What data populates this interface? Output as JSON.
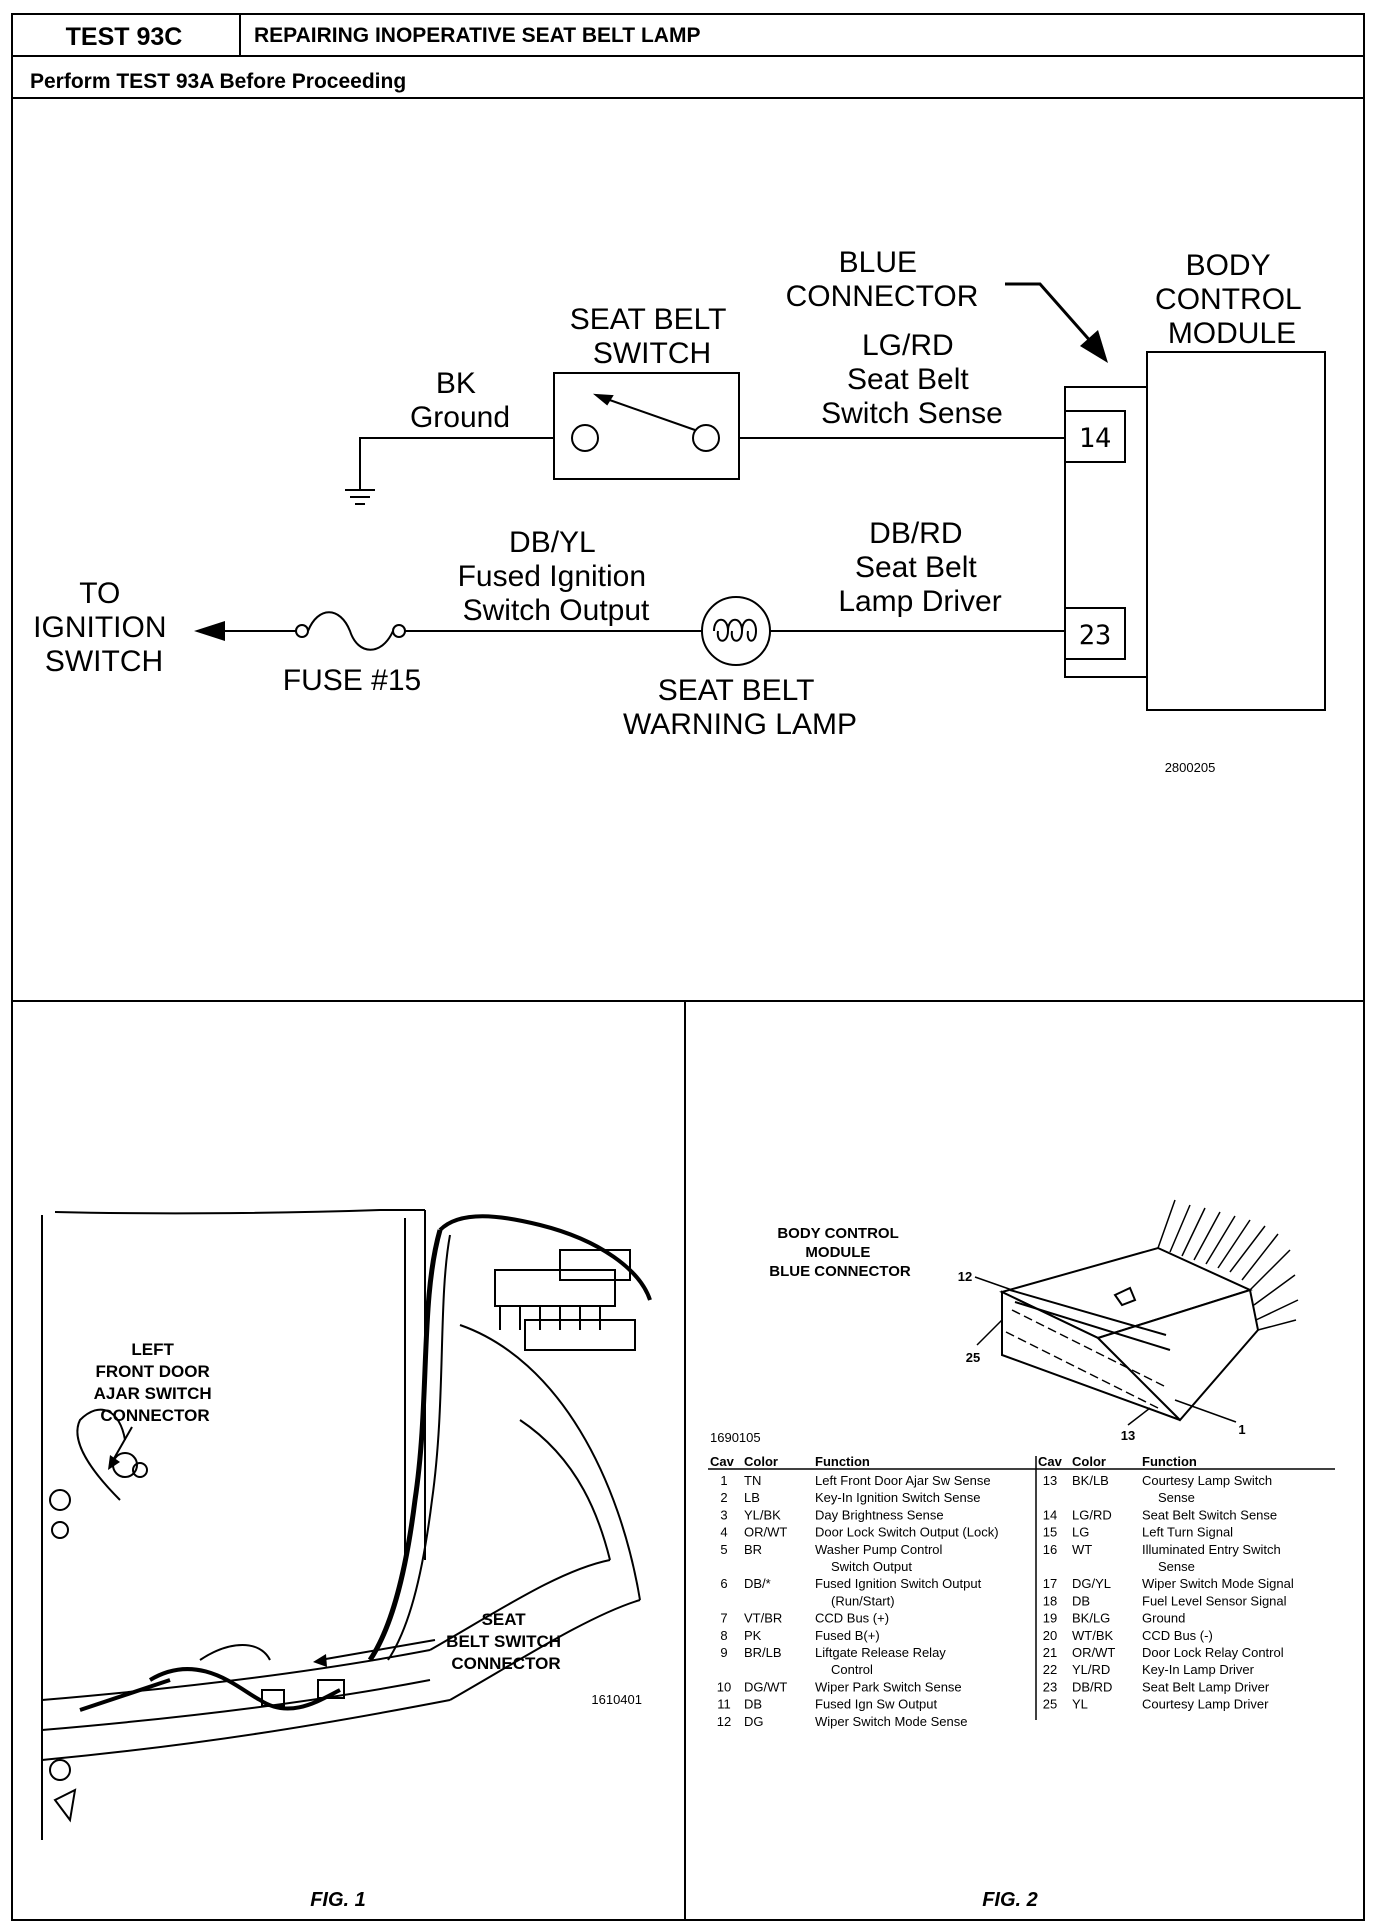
{
  "header": {
    "test_id": "TEST 93C",
    "title": "REPAIRING INOPERATIVE SEAT BELT LAMP",
    "prerequisite": "Perform TEST 93A Before Proceeding"
  },
  "schematic": {
    "blue_connector_label": [
      "BLUE",
      "CONNECTOR"
    ],
    "bcm_label": [
      "BODY",
      "CONTROL",
      "MODULE"
    ],
    "seat_belt_switch_label": [
      "SEAT BELT",
      "SWITCH"
    ],
    "bk_ground_label": [
      "BK",
      "Ground"
    ],
    "lgrd_label": [
      "LG/RD",
      "Seat Belt",
      "Switch Sense"
    ],
    "pin_14": "14",
    "pin_23": "23",
    "dbyl_label": [
      "DB/YL",
      "Fused Ignition",
      "Switch Output"
    ],
    "dbrd_label": [
      "DB/RD",
      "Seat Belt",
      "Lamp Driver"
    ],
    "to_ignition_label": [
      "TO",
      "IGNITION",
      "SWITCH"
    ],
    "fuse_label": "FUSE #15",
    "lamp_label": [
      "SEAT BELT",
      "WARNING LAMP"
    ],
    "figure_number": "2800205"
  },
  "fig1": {
    "left_door_label": [
      "LEFT",
      "FRONT DOOR",
      "AJAR SWITCH",
      "CONNECTOR"
    ],
    "seat_belt_connector_label": [
      "SEAT",
      "BELT SWITCH",
      "CONNECTOR"
    ],
    "figure_number": "1610401",
    "caption": "FIG. 1"
  },
  "fig2": {
    "title_lines": [
      "BODY CONTROL",
      "MODULE",
      "BLUE CONNECTOR"
    ],
    "pin_labels": {
      "p12": "12",
      "p25": "25",
      "p13": "13",
      "p1": "1"
    },
    "figure_number": "1690105",
    "caption": "FIG. 2",
    "headers": {
      "cav": "Cav",
      "color": "Color",
      "function": "Function"
    },
    "left_rows": [
      {
        "cav": "1",
        "color": "TN",
        "function": [
          "Left Front Door Ajar Sw Sense"
        ]
      },
      {
        "cav": "2",
        "color": "LB",
        "function": [
          "Key-In Ignition Switch Sense"
        ]
      },
      {
        "cav": "3",
        "color": "YL/BK",
        "function": [
          "Day Brightness Sense"
        ]
      },
      {
        "cav": "4",
        "color": "OR/WT",
        "function": [
          "Door Lock Switch Output (Lock)"
        ]
      },
      {
        "cav": "5",
        "color": "BR",
        "function": [
          "Washer Pump Control",
          "Switch Output"
        ]
      },
      {
        "cav": "6",
        "color": "DB/*",
        "function": [
          "Fused Ignition Switch Output",
          "(Run/Start)"
        ]
      },
      {
        "cav": "7",
        "color": "VT/BR",
        "function": [
          "CCD Bus (+)"
        ]
      },
      {
        "cav": "8",
        "color": "PK",
        "function": [
          "Fused B(+)"
        ]
      },
      {
        "cav": "9",
        "color": "BR/LB",
        "function": [
          "Liftgate Release Relay",
          "Control"
        ]
      },
      {
        "cav": "10",
        "color": "DG/WT",
        "function": [
          "Wiper Park Switch Sense"
        ]
      },
      {
        "cav": "11",
        "color": "DB",
        "function": [
          "Fused Ign Sw Output"
        ]
      },
      {
        "cav": "12",
        "color": "DG",
        "function": [
          "Wiper Switch Mode Sense"
        ]
      }
    ],
    "right_rows": [
      {
        "cav": "13",
        "color": "BK/LB",
        "function": [
          "Courtesy Lamp Switch",
          "Sense"
        ]
      },
      {
        "cav": "14",
        "color": "LG/RD",
        "function": [
          "Seat Belt Switch Sense"
        ]
      },
      {
        "cav": "15",
        "color": "LG",
        "function": [
          "Left Turn Signal"
        ]
      },
      {
        "cav": "16",
        "color": "WT",
        "function": [
          "Illuminated Entry Switch",
          "Sense"
        ]
      },
      {
        "cav": "17",
        "color": "DG/YL",
        "function": [
          "Wiper Switch Mode Signal"
        ]
      },
      {
        "cav": "18",
        "color": "DB",
        "function": [
          "Fuel Level Sensor Signal"
        ]
      },
      {
        "cav": "19",
        "color": "BK/LG",
        "function": [
          "Ground"
        ]
      },
      {
        "cav": "20",
        "color": "WT/BK",
        "function": [
          "CCD Bus (-)"
        ]
      },
      {
        "cav": "21",
        "color": "OR/WT",
        "function": [
          "Door Lock Relay Control"
        ]
      },
      {
        "cav": "22",
        "color": "YL/RD",
        "function": [
          "Key-In Lamp Driver"
        ]
      },
      {
        "cav": "23",
        "color": "DB/RD",
        "function": [
          "Seat Belt Lamp Driver"
        ]
      },
      {
        "cav": "25",
        "color": "YL",
        "function": [
          "Courtesy Lamp Driver"
        ]
      }
    ]
  }
}
